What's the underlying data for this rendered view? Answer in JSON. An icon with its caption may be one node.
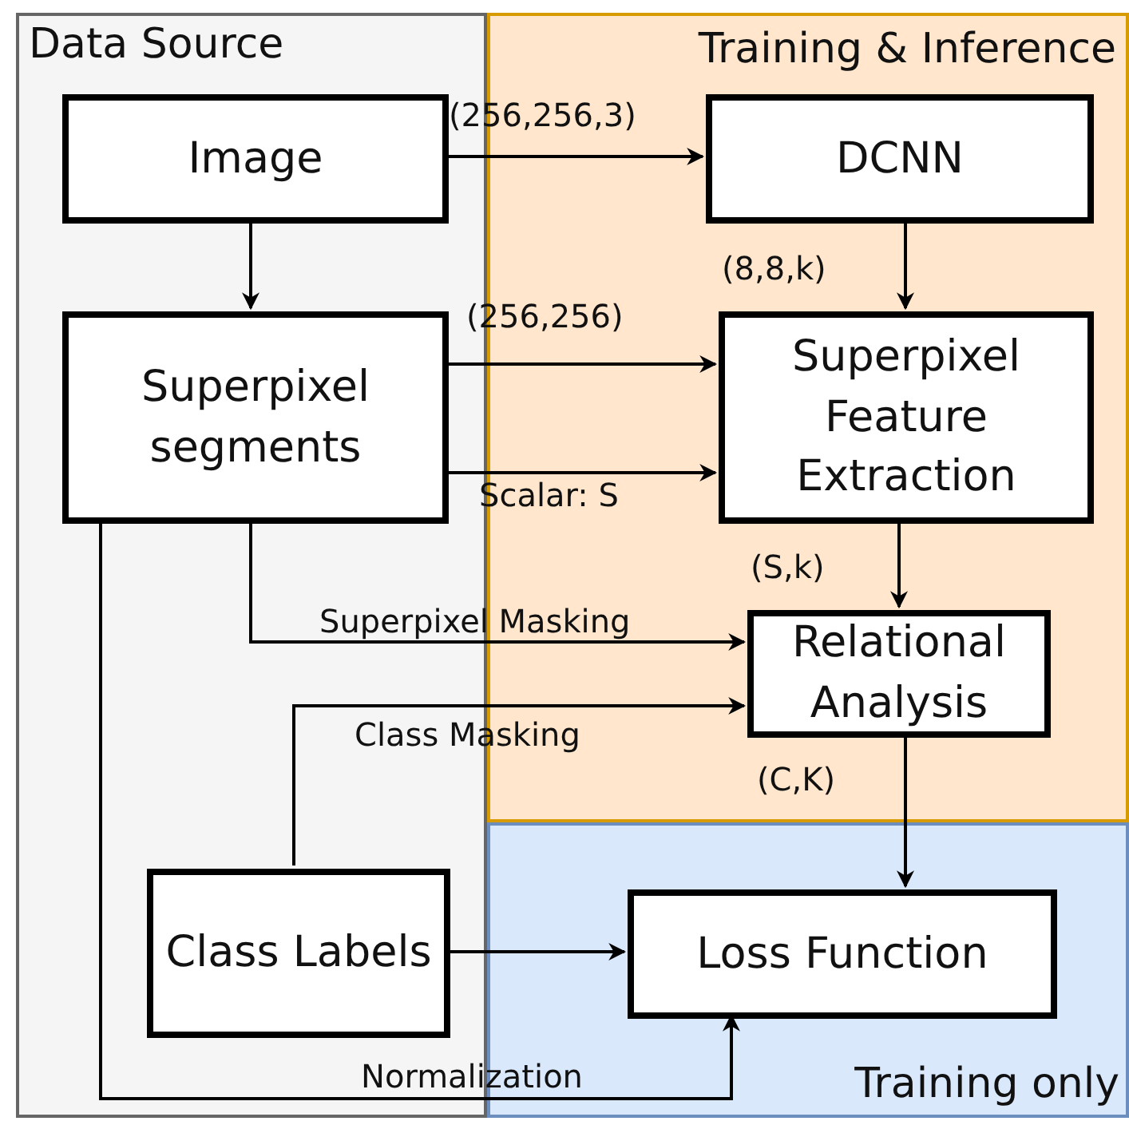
{
  "diagram": {
    "nodes": [
      {
        "text": [
          "Data Source"
        ]
      },
      {
        "text": [
          "Training & Inference"
        ]
      },
      {
        "text": [
          "Training only"
        ]
      },
      {
        "text": [
          "Image"
        ],
        "in": 0
      },
      {
        "text": [
          "DCNN"
        ],
        "in": 1
      },
      {
        "text": [
          "Superpixel segments"
        ],
        "in": 0
      },
      {
        "text": [
          "Superpixel Feature Extraction"
        ],
        "in": 1
      },
      {
        "text": [
          "Relational Analysis"
        ],
        "in": 1
      },
      {
        "text": [
          "Class Labels"
        ],
        "in": 0
      },
      {
        "text": [
          "Loss Function"
        ],
        "in": 2
      }
    ],
    "edges": [
      {
        "from": 3,
        "to": 4,
        "arrow": "to",
        "label": "(256,256,3)"
      },
      {
        "from": 3,
        "to": 5,
        "arrow": "to"
      },
      {
        "from": 4,
        "to": 6,
        "arrow": "to",
        "label": "(8,8,k)"
      },
      {
        "from": 5,
        "to": 6,
        "arrow": "to",
        "label": "(256,256)"
      },
      {
        "from": 5,
        "to": 6,
        "arrow": "to",
        "label": "Scalar: S"
      },
      {
        "from": 6,
        "to": 7,
        "arrow": "to",
        "label": "(S,k)"
      },
      {
        "from": 5,
        "to": 7,
        "arrow": "to",
        "label": "Superpixel Masking"
      },
      {
        "from": 8,
        "to": 7,
        "arrow": "to",
        "label": "Class Masking"
      },
      {
        "from": 7,
        "to": 9,
        "arrow": "to",
        "label": "(C,K)"
      },
      {
        "from": 8,
        "to": 9,
        "arrow": "to"
      },
      {
        "from": 5,
        "to": 9,
        "arrow": "to",
        "label": "Normalization"
      }
    ]
  }
}
